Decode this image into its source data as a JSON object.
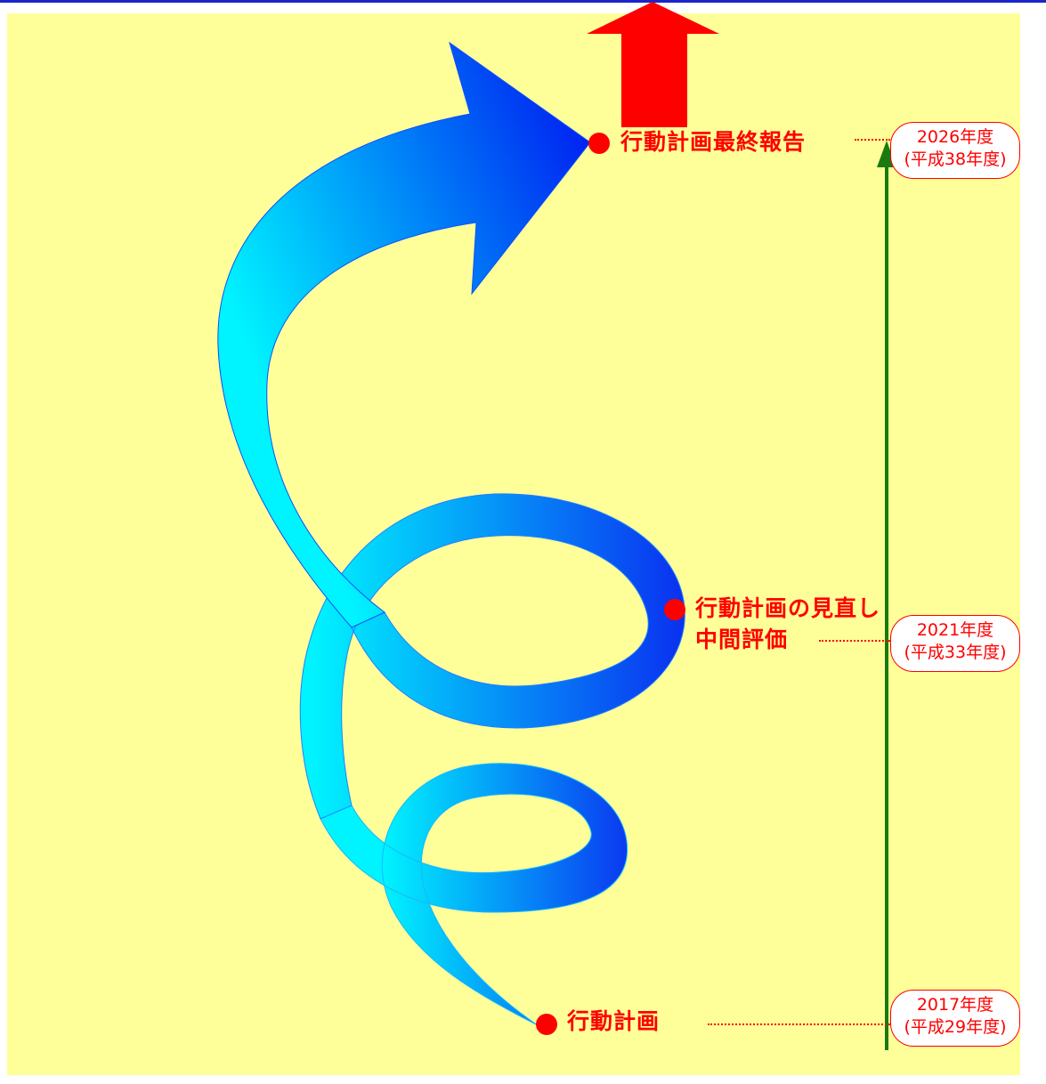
{
  "milestones": [
    {
      "label": "行動計画最終報告",
      "year": "2026年度",
      "era": "(平成38年度)"
    },
    {
      "label_line1": "行動計画の見直し",
      "label_line2": "中間評価",
      "year": "2021年度",
      "era": "(平成33年度)"
    },
    {
      "label": "行動計画",
      "year": "2017年度",
      "era": "(平成29年度)"
    }
  ],
  "colors": {
    "background": "#ffff99",
    "frame": "#1a24c8",
    "text": "#ff0000",
    "timeline": "#1a7a10",
    "spiral_light": "#00ffff",
    "spiral_dark": "#0010f0",
    "up_arrow": "#ff0000"
  }
}
